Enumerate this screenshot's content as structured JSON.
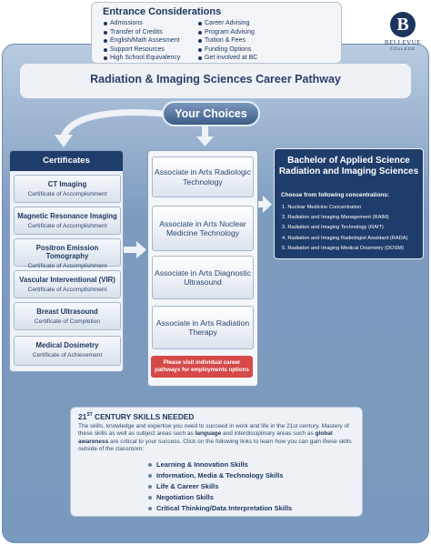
{
  "entrance": {
    "title": "Entrance Considerations",
    "left_items": [
      "Admissions",
      "Transfer of Credits",
      "English/Math Assesment",
      "Support Resources",
      "High School Equivalency"
    ],
    "right_items": [
      "Career Advising",
      "Program Advising",
      "Tuition & Fees",
      "Funding Options",
      "Get involved at BC"
    ],
    "logo_letter": "B",
    "logo_name": "BELLEVUE",
    "logo_sub": "COLLEGE"
  },
  "pathway_title": "Radiation & Imaging Sciences Career Pathway",
  "choices_label": "Your Choices",
  "certificates": {
    "header": "Certificates",
    "items": [
      {
        "name": "CT Imaging",
        "type": "Certificate of Accomplishment"
      },
      {
        "name": "Magnetic Resonance Imaging",
        "type": "Certificate of Accomplishment"
      },
      {
        "name": "Positron Emission Tomography",
        "type": "Certificate of Accomplishment"
      },
      {
        "name": "Vascular Interventional  (VIR)",
        "type": "Certificate of Accomplishment"
      },
      {
        "name": "Breast Ultrasound",
        "type": "Certificate of Completion"
      },
      {
        "name": "Medical Dosimetry",
        "type": "Certificate of Achievement"
      }
    ]
  },
  "associates": {
    "items": [
      "Associate in Arts Radiologic Technology",
      "Associate in Arts Nuclear Medicine Technology",
      "Associate in Arts Diagnostic Ultrasound",
      "Associate in Arts Radiation Therapy"
    ],
    "visit_note": "Please visit individual career pathways for employments options"
  },
  "bachelor": {
    "title": "Bachelor of Applied Science Radiation and Imaging Sciences",
    "choose_label": "Choose from following concentrations:",
    "concentrations": [
      "1. Nuclear Medicine Concentration",
      "2. Radiation and Imaging Management (RAIM)",
      "3. Radiation and Imaging Technology (RAIT)",
      "4. Radiation and Imaging Radiologist Assistant (RADA)",
      "5. Radiation and Imaging Medical Dosimetry (DOSM)"
    ]
  },
  "skills": {
    "title_prefix": "21",
    "title_sup": "ST",
    "title_suffix": " CENTURY SKILLS NEEDED",
    "text_1": "The skills, knowledge and expertise you need to succeed in work and life in the 21st century. Mastery of these skills as well as subject areas such as ",
    "bold_1": "language",
    "text_2": " and interdisciplinary areas such as ",
    "bold_2": "global awareness",
    "text_3": " are critical to your success. Click on the following links to learn how you can gain these skills outside of the classroom:",
    "items": [
      "Learning & Innovation Skills",
      "Information, Media & Technology Skills",
      "Life & Career Skills",
      "Negotiation Skills",
      "Critical Thinking/Data Interpretation Skills"
    ]
  }
}
